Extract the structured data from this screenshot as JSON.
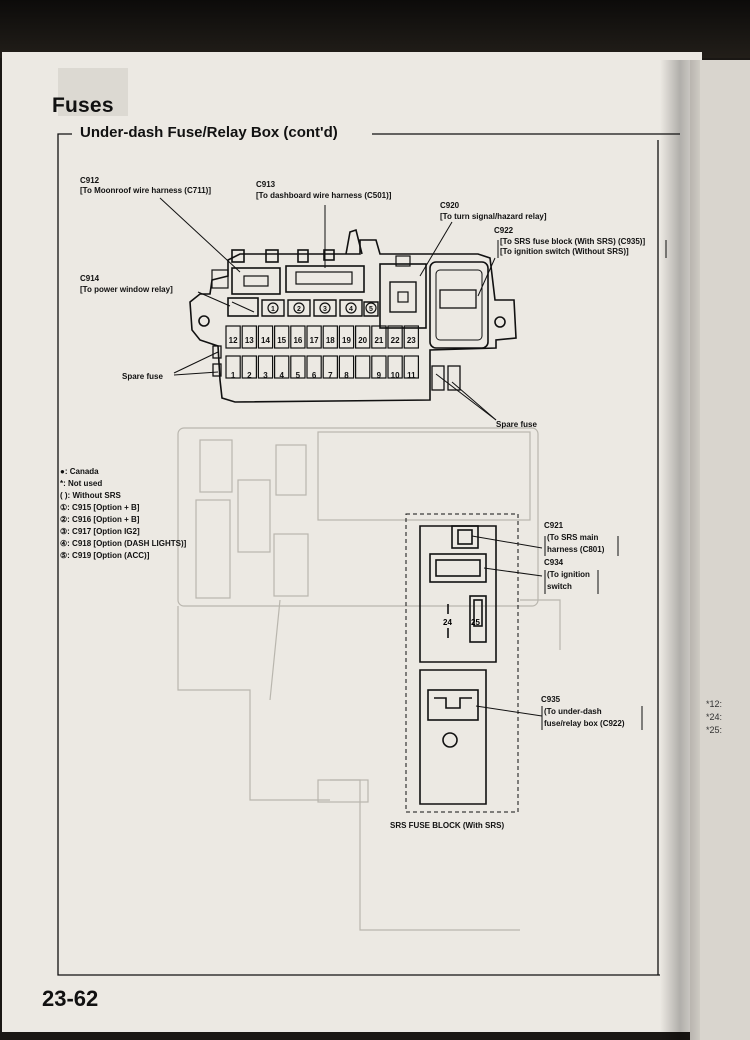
{
  "page": {
    "section_heading": "Fuses",
    "subsection_heading": "Under-dash Fuse/Relay Box (cont'd)",
    "page_number": "23-62"
  },
  "callouts": {
    "c912_code": "C912",
    "c912_desc": "[To Moonroof wire harness (C711)]",
    "c913_code": "C913",
    "c913_desc": "[To dashboard wire harness (C501)]",
    "c920_code": "C920",
    "c920_desc": "[To turn signal/hazard relay]",
    "c922_code": "C922",
    "c922_desc1": "[To SRS fuse block (With SRS) (C935)]",
    "c922_desc2": "[To ignition switch (Without SRS)]",
    "c914_code": "C914",
    "c914_desc": "[To power window relay]",
    "spare_fuse_left": "Spare fuse",
    "spare_fuse_right": "Spare fuse",
    "c921_code": "C921",
    "c921_desc1": "(To SRS main",
    "c921_desc2": "harness (C801)",
    "c934_code": "C934",
    "c934_desc1": "(To ignition",
    "c934_desc2": "switch",
    "c935_code": "C935",
    "c935_desc1": "(To under-dash",
    "c935_desc2": "fuse/relay box (C922)",
    "srs_fuse_block": "SRS FUSE BLOCK (With SRS)"
  },
  "legend": [
    "●: Canada",
    "*: Not used",
    "(   ): Without SRS",
    "①: C915 [Option + B]",
    "②: C916 [Option + B]",
    "③: C917 [Option IG2]",
    "④: C918 [Option (DASH LIGHTS)]",
    "⑤: C919 [Option (ACC)]"
  ],
  "fuse_numbers_top": [
    "12",
    "13",
    "14",
    "15",
    "16",
    "17",
    "18",
    "19",
    "20",
    "21",
    "22",
    "23"
  ],
  "fuse_numbers_bottom": [
    "1",
    "2",
    "3",
    "4",
    "5",
    "6",
    "7",
    "8",
    "",
    "9",
    "10",
    "11"
  ],
  "option_connectors": [
    "1",
    "2",
    "3",
    "4",
    "5"
  ],
  "srs_fuses": [
    "24",
    "25"
  ],
  "right_page_notes": [
    "*12:",
    "*24:",
    "*25:"
  ]
}
